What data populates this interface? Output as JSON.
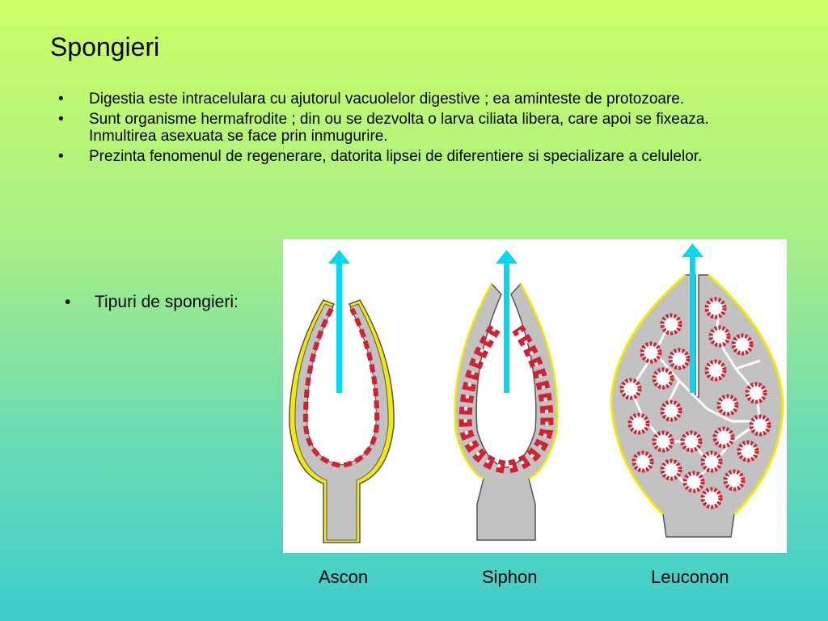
{
  "slide": {
    "title": "Spongieri",
    "bullets": [
      "Digestia este intracelulara cu ajutorul vacuolelor digestive ; ea aminteste de protozoare.",
      "Sunt organisme hermafrodite ; din ou se dezvolta o larva ciliata libera, care apoi se fixeaza. Inmultirea asexuata se face prin inmugurire.",
      "Prezinta fenomenul de regenerare, datorita lipsei de diferentiere si specializare a celulelor."
    ],
    "types_bullet": "Tipuri de spongieri:",
    "types": [
      "Ascon",
      "Siphon",
      "Leuconon"
    ]
  },
  "colors": {
    "arrow": "#00d9f0",
    "body_wall": "#c2c2c2",
    "outline": "#555555",
    "choanocyte": "#d42030",
    "pinacocyte": "#f2ea00"
  },
  "icons": [
    "arrow-up-icon"
  ]
}
